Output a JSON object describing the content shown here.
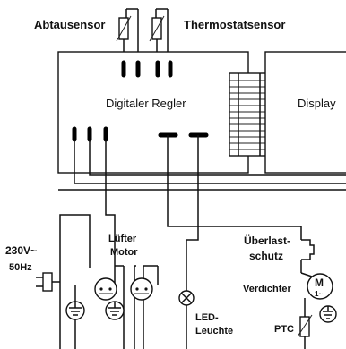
{
  "labels": {
    "defrost_sensor": "Abtausensor",
    "thermostat_sensor": "Thermostatsensor",
    "controller": "Digitaler Regler",
    "display": "Display",
    "supply_voltage": "230V~",
    "supply_freq": "50Hz",
    "fan_motor_1": "Lüfter",
    "fan_motor_2": "Motor",
    "overload_1": "Überlast-",
    "overload_2": "schutz",
    "compressor": "Verdichter",
    "ptc": "PTC",
    "led_1": "LED-",
    "led_2": "Leuchte",
    "compressor_symbol": "M",
    "compressor_ac": "1~"
  }
}
